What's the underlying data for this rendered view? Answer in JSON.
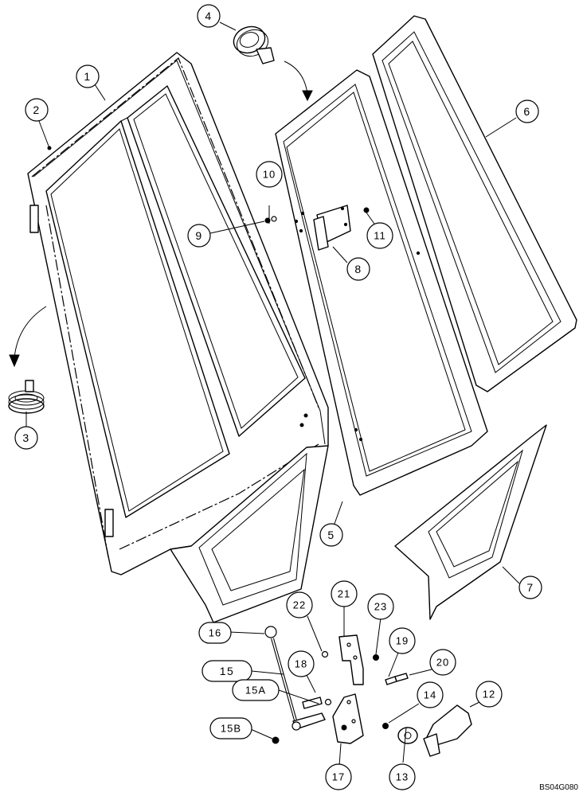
{
  "figure": {
    "reference_code": "BS04G080"
  },
  "callouts": [
    {
      "id": "1",
      "label": "1"
    },
    {
      "id": "2",
      "label": "2"
    },
    {
      "id": "3",
      "label": "3"
    },
    {
      "id": "4",
      "label": "4"
    },
    {
      "id": "5",
      "label": "5"
    },
    {
      "id": "6",
      "label": "6"
    },
    {
      "id": "7",
      "label": "7"
    },
    {
      "id": "8",
      "label": "8"
    },
    {
      "id": "9",
      "label": "9"
    },
    {
      "id": "10",
      "label": "10"
    },
    {
      "id": "11",
      "label": "11"
    },
    {
      "id": "12",
      "label": "12"
    },
    {
      "id": "13",
      "label": "13"
    },
    {
      "id": "14",
      "label": "14"
    },
    {
      "id": "15",
      "label": "15"
    },
    {
      "id": "15A",
      "label": "15A"
    },
    {
      "id": "15B",
      "label": "15B"
    },
    {
      "id": "16",
      "label": "16"
    },
    {
      "id": "17",
      "label": "17"
    },
    {
      "id": "18",
      "label": "18"
    },
    {
      "id": "19",
      "label": "19"
    },
    {
      "id": "20",
      "label": "20"
    },
    {
      "id": "21",
      "label": "21"
    },
    {
      "id": "22",
      "label": "22"
    },
    {
      "id": "23",
      "label": "23"
    }
  ]
}
